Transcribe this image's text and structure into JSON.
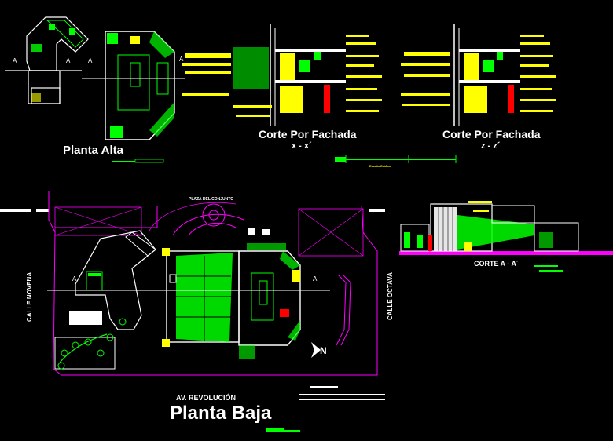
{
  "labels": {
    "planta_alta": "Planta Alta",
    "corte_fachada_1": "Corte Por Fachada",
    "corte_fachada_1_sub": "x - x´",
    "corte_fachada_2": "Corte Por Fachada",
    "corte_fachada_2_sub": "z - z´",
    "escala": "Escala Gráfica",
    "plaza": "PLAZA DEL CONJUNTO",
    "corte_a": "CORTE A - A´",
    "av_revolucion": "AV. REVOLUCIÓN",
    "planta_baja": "Planta Baja",
    "calle_novena": "CALLE NOVENA",
    "calle_octava": "CALLE OCTAVA",
    "north": "N"
  },
  "colors": {
    "background": "#000000",
    "walls": "#ffffff",
    "hatch": "#00ff00",
    "annotation": "#ffff00",
    "boundary": "#ff00ff",
    "section_red": "#ff0000",
    "accent_cyan": "#00ffff"
  }
}
